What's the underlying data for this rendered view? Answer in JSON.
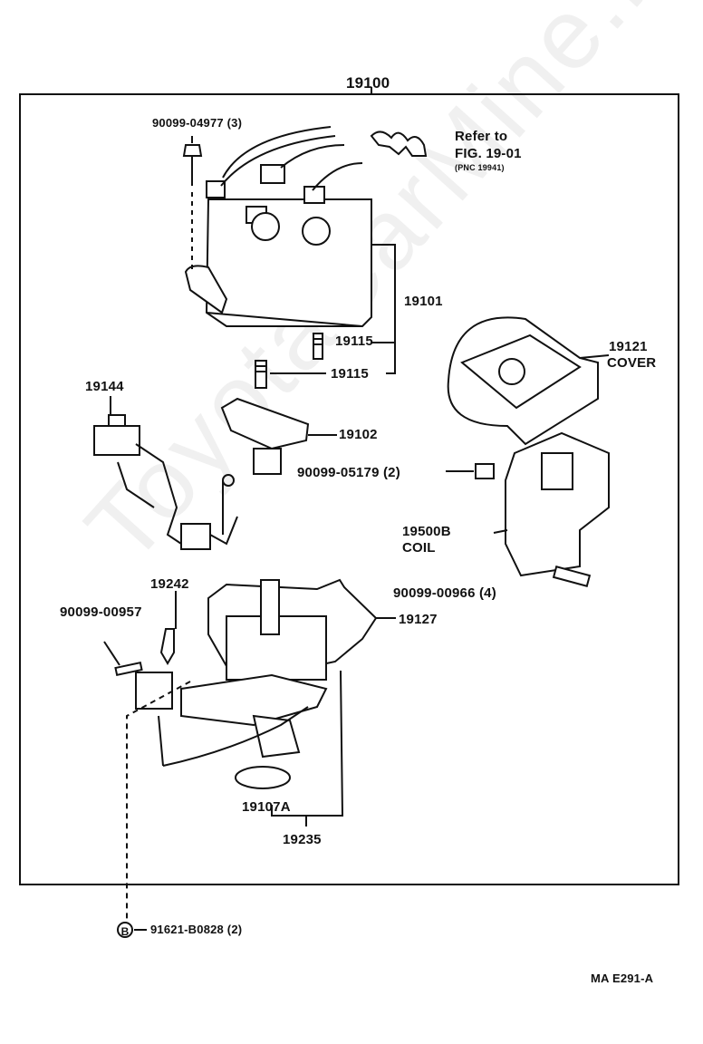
{
  "diagram": {
    "assembly_number": "19100",
    "figure_code": "MA E291-A",
    "watermark": "ToyotaCarMine.ru",
    "refer": {
      "line1": "Refer to",
      "line2": "FIG. 19-01",
      "line3": "(PNC 19941)"
    },
    "parts": {
      "p_90099_04977": "90099-04977 (3)",
      "p_19101": "19101",
      "p_19115_a": "19115",
      "p_19115_b": "19115",
      "p_19121": "19121",
      "p_19121_name": "COVER",
      "p_19144": "19144",
      "p_19102": "19102",
      "p_90099_05179": "90099-05179 (2)",
      "p_19500b": "19500B",
      "p_19500b_name": "COIL",
      "p_19242": "19242",
      "p_90099_00957": "90099-00957",
      "p_90099_00966": "90099-00966 (4)",
      "p_19127": "19127",
      "p_19107a": "19107A",
      "p_19235": "19235",
      "p_91621": "91621-B0828 (2)",
      "b_marker": "B"
    }
  }
}
